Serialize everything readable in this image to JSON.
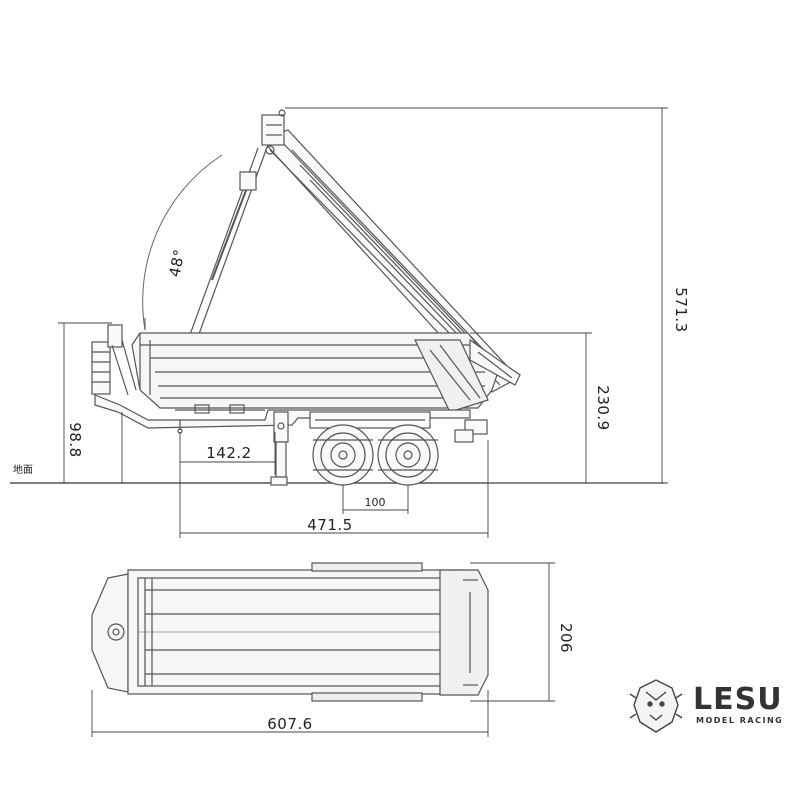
{
  "dimensions": {
    "tip_angle": "48°",
    "tipped_height": "571.3",
    "body_height": "230.9",
    "hitch_height": "98.8",
    "leg_to_axle": "142.2",
    "axle_spacing": "100",
    "leg_to_rear": "471.5",
    "width": "206",
    "overall_length": "607.6"
  },
  "ground_label": "地面",
  "logo": {
    "brand": "LESU",
    "tagline": "MODEL RACING"
  },
  "colors": {
    "line": "#555555",
    "dim_line": "#444444",
    "bed_fill": "#f4f4f4"
  }
}
